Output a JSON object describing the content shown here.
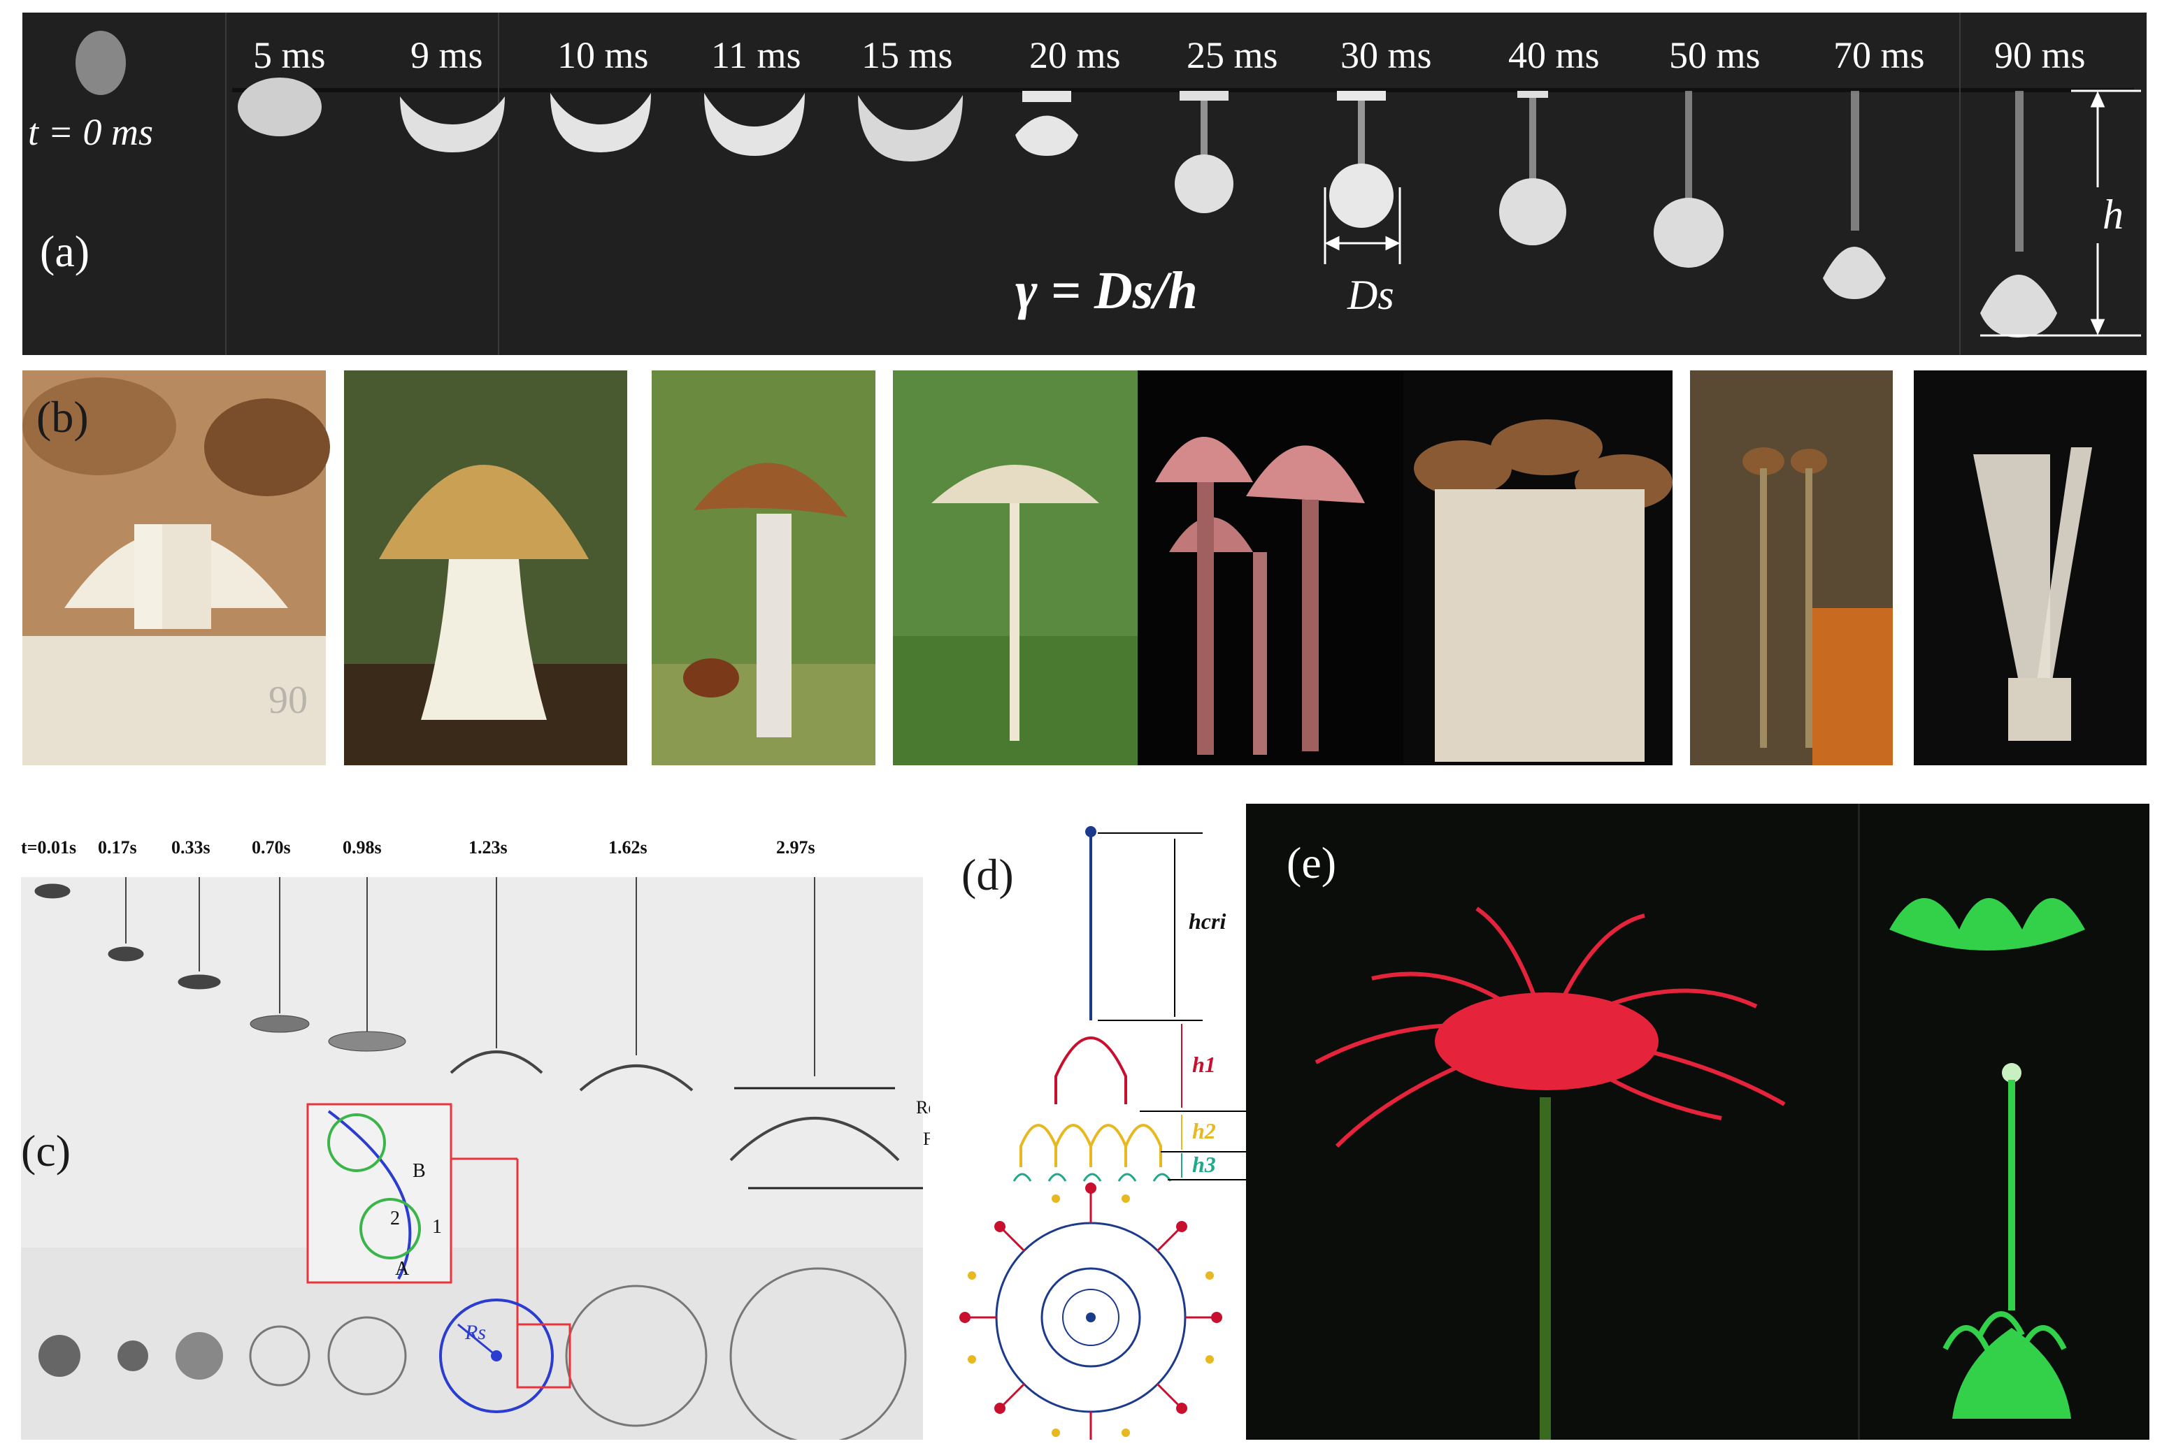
{
  "panel_a": {
    "label": "(a)",
    "t0_label": "t = 0 ms",
    "frames": [
      "5 ms",
      "9 ms",
      "10 ms",
      "11 ms",
      "15 ms",
      "20 ms",
      "25 ms",
      "30 ms",
      "40 ms",
      "50 ms",
      "70 ms",
      "90 ms"
    ],
    "formula": "γ = Ds/h",
    "ds_label": "Ds",
    "h_label": "h"
  },
  "panel_b": {
    "label": "(b)",
    "overlay_text": "90"
  },
  "panel_c": {
    "label": "(c)",
    "times": [
      "t=0.01s",
      "0.17s",
      "0.33s",
      "0.70s",
      "0.98s",
      "1.23s",
      "1.62s",
      "2.97s"
    ],
    "rear_end": "Rear end",
    "front": "Front",
    "point_b": "B",
    "point_a": "A",
    "num_1": "1",
    "num_2": "2",
    "rs_label": "Rs"
  },
  "panel_d": {
    "label": "(d)",
    "h_cri": "hcri",
    "h1": "h1",
    "h2": "h2",
    "h3": "h3"
  },
  "panel_e": {
    "label": "(e)"
  },
  "colors": {
    "dark_bg": "#1a1a1a",
    "red_branch": "#c8102e",
    "yellow_branch": "#e8b820",
    "green_branch": "#1fa88a",
    "blue_stem": "#1c3a8c",
    "lily_red": "#e5233a",
    "ink_green": "#33d14a"
  }
}
